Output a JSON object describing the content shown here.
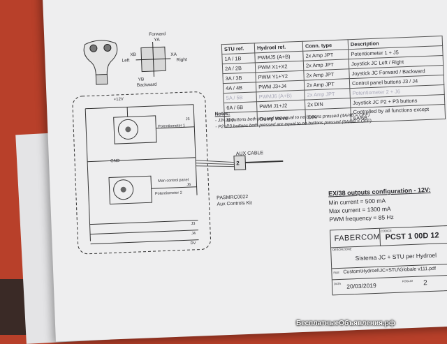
{
  "joystick": {
    "forward": "Forward",
    "ya": "YA",
    "left": "Left",
    "xb": "XB",
    "xa": "XA",
    "right": "Right",
    "yb": "YB",
    "backward": "Backward"
  },
  "ref_table": {
    "headers": [
      "STU ref.",
      "Hydroel ref.",
      "Conn. type",
      "Description"
    ],
    "rows": [
      [
        "1A / 1B",
        "PWMJ5 (A+B)",
        "2x Amp JPT",
        "Potentiometer 1 + J5"
      ],
      [
        "2A / 2B",
        "PWM X1+X2",
        "2x Amp JPT",
        "Joystick JC Left / Right"
      ],
      [
        "3A / 3B",
        "PWM Y1+Y2",
        "2x Amp JPT",
        "Joystick JC Forward / Backward"
      ],
      [
        "4A / 4B",
        "PWM J3+J4",
        "2x Amp JPT",
        "Control panel buttons J3 / J4"
      ],
      [
        "5A / 5B",
        "PWMJ6 (A+B)",
        "2x Amp JPT",
        "Potentiometer 2 + J6"
      ],
      [
        "6A / 6B",
        "PWM J1+J2",
        "2x DIN",
        "Joystick JC P2 + P3 buttons"
      ],
      [
        "DV",
        "Dump Valve",
        "DIN",
        "Controlled by all functions except 6A/6B"
      ]
    ]
  },
  "notes": {
    "title": "Notes:",
    "line1": "- J3+J4 buttons both pressed are equal to no buttons pressed (4A/4B = OFF)",
    "line2": "- P2+P3 buttons both pressed are equal to no buttons pressed (6A/6B = OFF)"
  },
  "wiring": {
    "vcc": "+12V",
    "gnd": "GND",
    "pot1": "Potentiometer 1",
    "pot2": "Potentiometer 2",
    "j5": "J5",
    "j6": "J6",
    "ctrl_panel": "Man control panel",
    "j3": "J3",
    "j4": "J4",
    "dv": "DV",
    "aux_cable": "AUX CABLE",
    "aux_num": "2",
    "kit_code": "PASMRC0022",
    "kit_name": "Aux Controls Kit"
  },
  "outputs": {
    "title": "EX/38 outputs configuration - 12V:",
    "min": "Min current = 500 mA",
    "max": "Max current = 1300 mA",
    "pwm": "PWM frequency = 85 Hz"
  },
  "titleblock": {
    "brand": "FABERCOM",
    "code_label": "CODICE",
    "code": "PCST 1 00D 12",
    "desc_label": "DESCRIZIONE",
    "desc": "Sistema JC + STU per Hydroel",
    "file_label": "FILE",
    "file": "Custom\\Hydroel\\JC+STU\\Globale v111.pdf",
    "date_label": "DATA",
    "date": "20/03/2019",
    "sheet_label": "FOGLIO",
    "sheet": "2"
  },
  "watermark": "БесплатныеОбъявления.рф"
}
